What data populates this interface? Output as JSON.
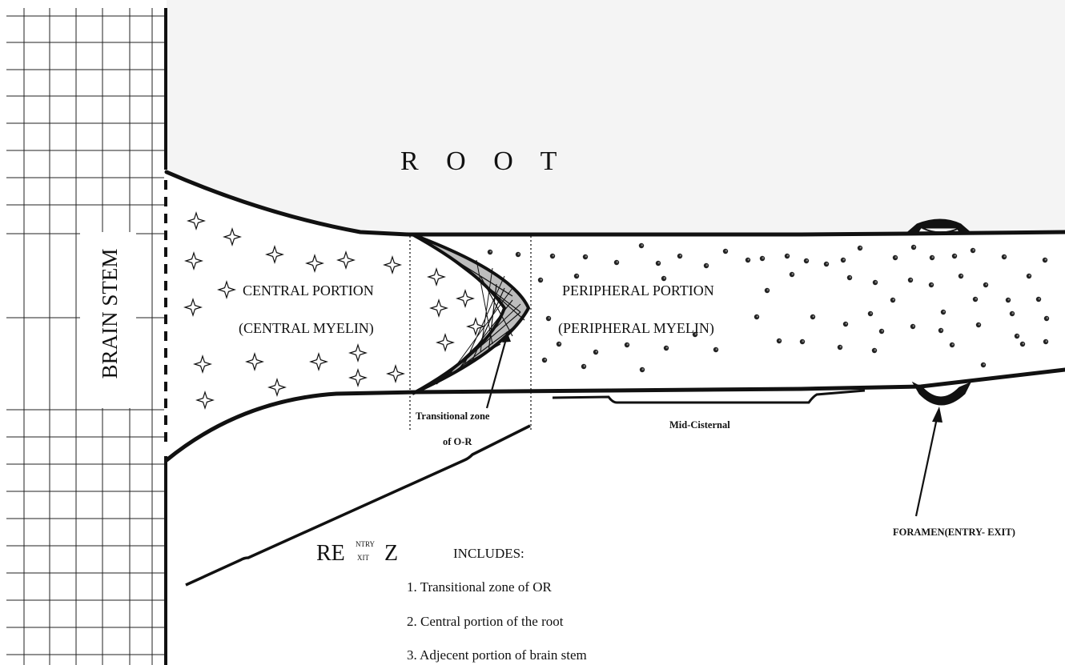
{
  "labels": {
    "brain_stem": "BRAIN STEM",
    "root": "R O O T",
    "central_portion": "CENTRAL PORTION",
    "central_myelin": "(CENTRAL MYELIN)",
    "peripheral_portion": "PERIPHERAL PORTION",
    "peripheral_myelin": "(PERIPHERAL MYELIN)",
    "transitional_zone_line1": "Transitional zone",
    "transitional_zone_line2": "of O-R",
    "mid_cisternal": "Mid-Cisternal",
    "foramen": "FORAMEN(ENTRY- EXIT)",
    "rez_main": "RE",
    "rez_super": "NTRY",
    "rez_sub": "XIT",
    "rez_z": "Z",
    "includes": "INCLUDES:"
  },
  "includes_list": [
    "1. Transitional zone of OR",
    "2. Central portion of the root",
    "3. Adjecent portion of brain stem"
  ],
  "colors": {
    "ink": "#111111",
    "root_fill": "#f4f4f4",
    "background": "#ffffff"
  }
}
